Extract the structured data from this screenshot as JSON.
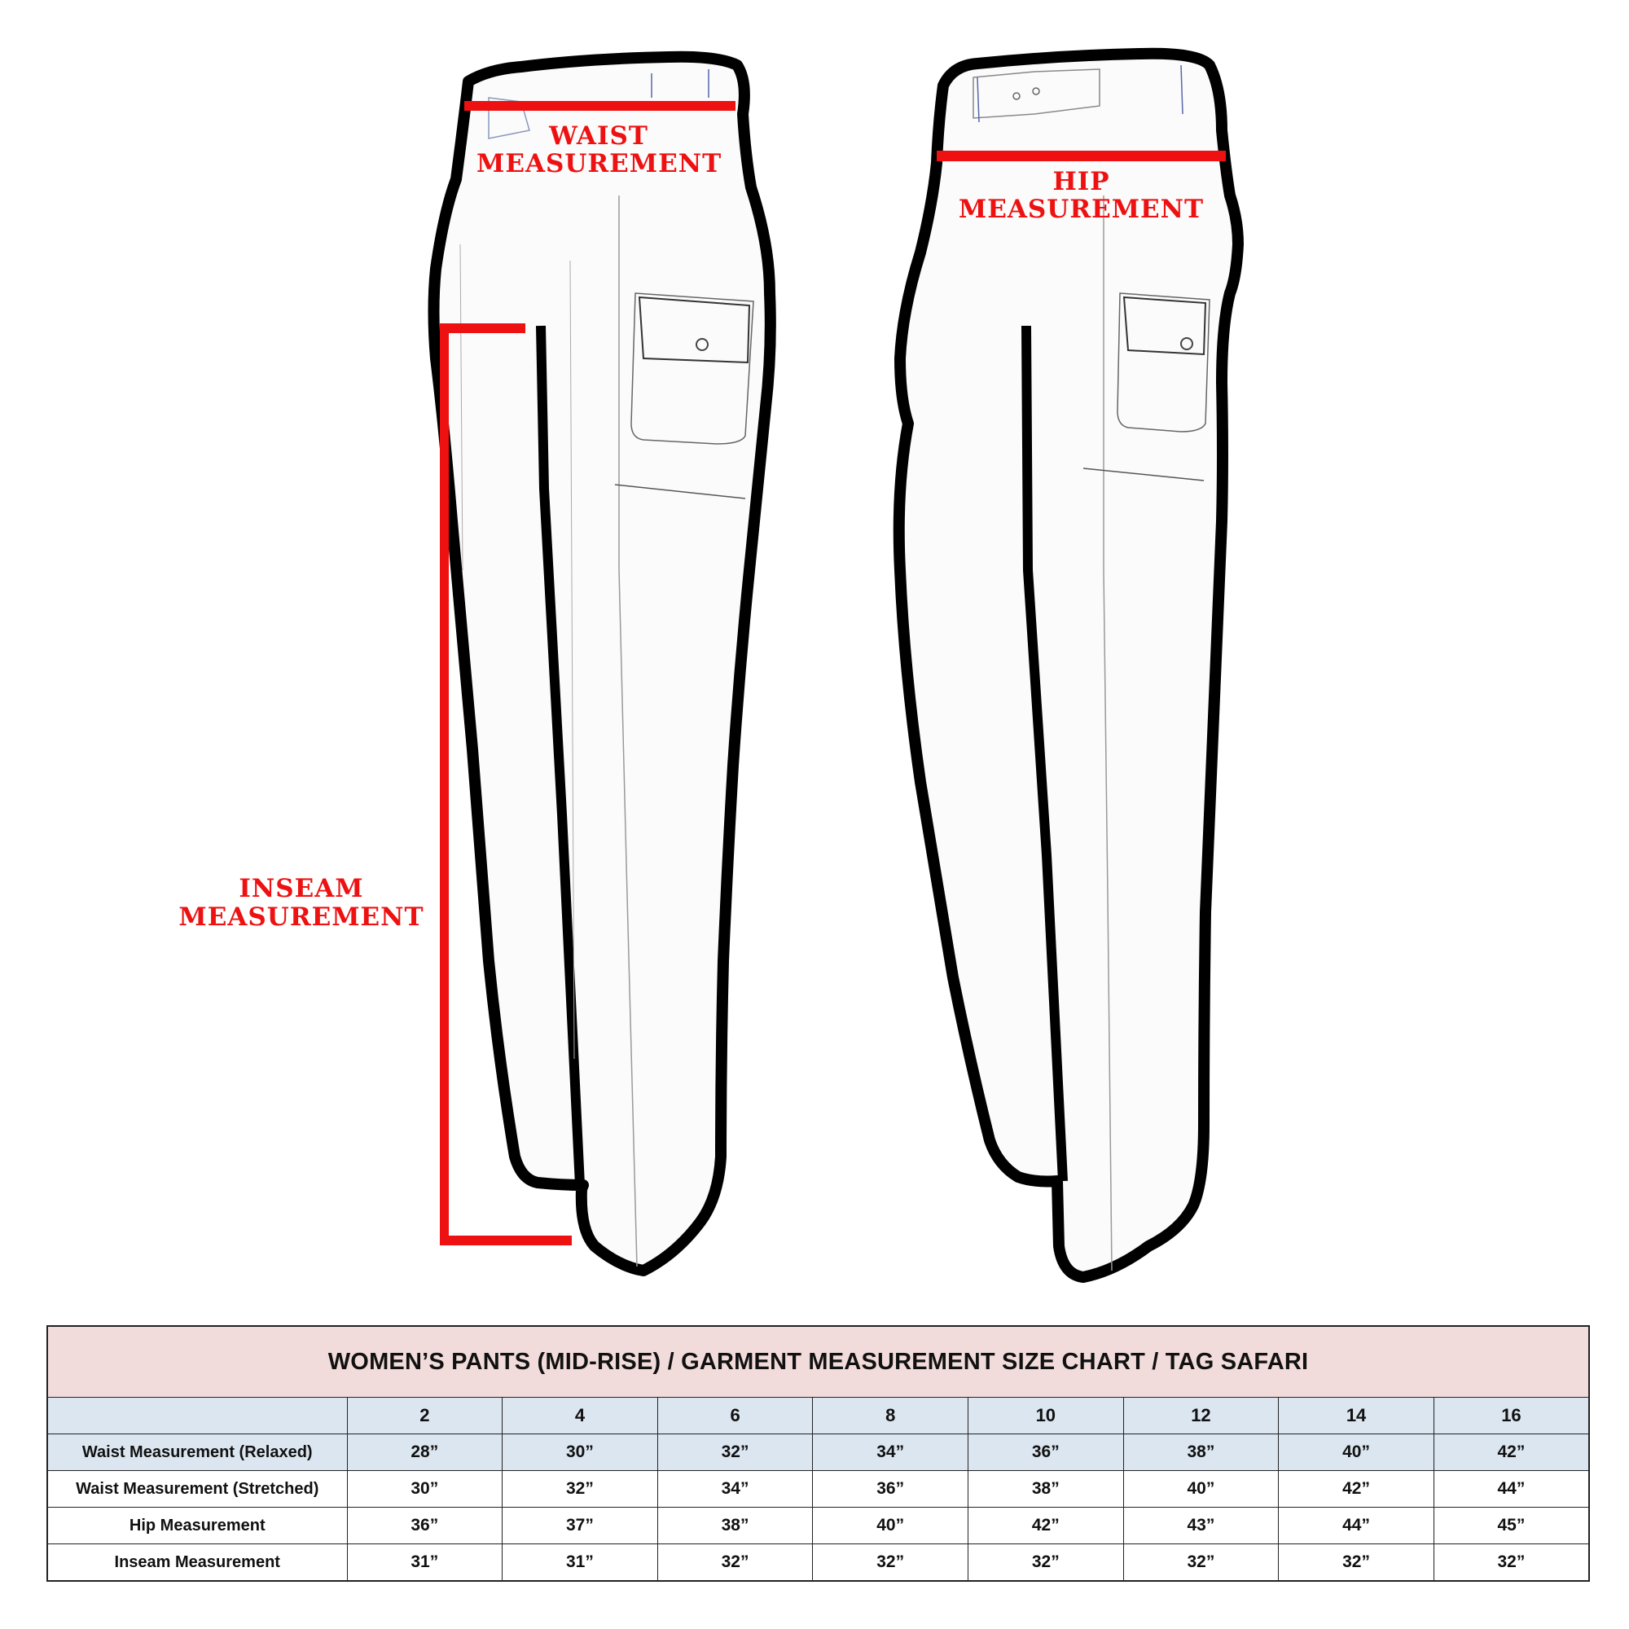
{
  "illustration": {
    "pants_left": {
      "measurement_lines": [
        "waist",
        "inseam"
      ],
      "labels": {
        "waist": {
          "line1": "WAIST",
          "line2": "MEASUREMENT"
        },
        "inseam": {
          "line1": "INSEAM",
          "line2": "MEASUREMENT"
        }
      }
    },
    "pants_right": {
      "measurement_lines": [
        "hip"
      ],
      "labels": {
        "hip": {
          "line1": "HIP",
          "line2": "MEASUREMENT"
        }
      }
    },
    "colors": {
      "measure_line": "#ee1111",
      "outline": "#000000",
      "fabric": "#fbfbfb"
    }
  },
  "table": {
    "title": "WOMEN’S PANTS (MID-RISE) / GARMENT MEASUREMENT SIZE CHART / TAG SAFARI",
    "colors": {
      "title_bg": "#f2dcdb",
      "header_bg": "#dce6f1",
      "highlight_row_bg": "#dce6f1"
    },
    "sizes": [
      "2",
      "4",
      "6",
      "8",
      "10",
      "12",
      "14",
      "16"
    ],
    "rows": [
      {
        "label": "Waist Measurement (Relaxed)",
        "values": [
          "28”",
          "30”",
          "32”",
          "34”",
          "36”",
          "38”",
          "40”",
          "42”"
        ]
      },
      {
        "label": "Waist Measurement (Stretched)",
        "values": [
          "30”",
          "32”",
          "34”",
          "36”",
          "38”",
          "40”",
          "42”",
          "44”"
        ]
      },
      {
        "label": "Hip Measurement",
        "values": [
          "36”",
          "37”",
          "38”",
          "40”",
          "42”",
          "43”",
          "44”",
          "45”"
        ]
      },
      {
        "label": "Inseam Measurement",
        "values": [
          "31”",
          "31”",
          "32”",
          "32”",
          "32”",
          "32”",
          "32”",
          "32”"
        ]
      }
    ]
  }
}
